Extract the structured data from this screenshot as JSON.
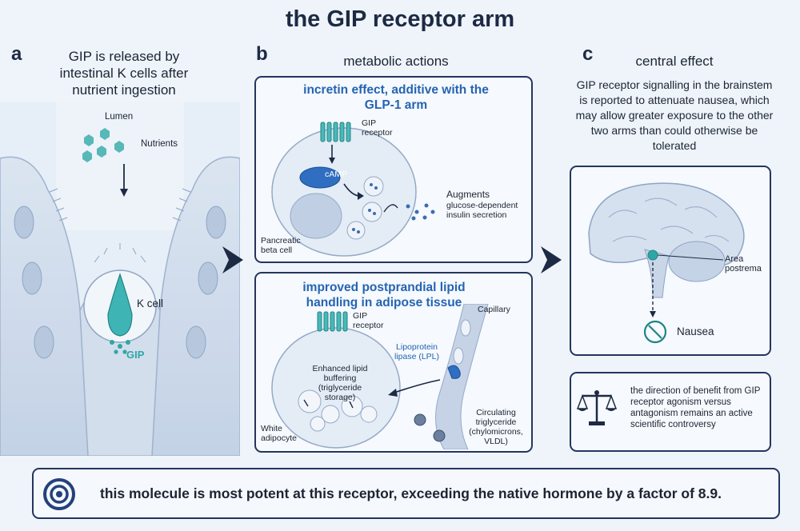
{
  "title": "the GIP receptor arm",
  "panel_a": {
    "letter": "a",
    "heading": "GIP is released by intestinal K cells after nutrient ingestion",
    "lumen": "Lumen",
    "nutrients": "Nutrients",
    "k_cell": "K cell",
    "gip": "GIP"
  },
  "panel_b": {
    "letter": "b",
    "heading": "metabolic actions",
    "top": {
      "title": "incretin effect, additive with the GLP-1 arm",
      "gip_receptor": "GIP receptor",
      "camp": "cAMP",
      "augments": "Augments",
      "augments_detail": "glucose-dependent insulin secretion",
      "cell": "Pancreatic beta cell"
    },
    "bottom": {
      "title": "improved postprandial lipid handling in adipose tissue",
      "gip_receptor": "GIP receptor",
      "capillary": "Capillary",
      "lpl": "Lipoprotein lipase (LPL)",
      "buffering": "Enhanced lipid buffering (triglyceride storage)",
      "cell": "White adipocyte",
      "circulating": "Circulating triglyceride (chylomicrons, VLDL)"
    }
  },
  "panel_c": {
    "letter": "c",
    "heading": "central effect",
    "description": "GIP receptor signalling in the brainstem is reported to attenuate nausea, which may allow greater exposure to the other two arms than could otherwise be tolerated",
    "area_postrema": "Area postrema",
    "nausea": "Nausea",
    "controversy": "the direction of benefit from GIP receptor agonism versus antagonism remains an active scientific controversy"
  },
  "footer": {
    "text": "this molecule is most potent at this receptor, exceeding the native hormone by a factor of 8.9."
  },
  "colors": {
    "navy": "#1d2a44",
    "accent_blue": "#2464b2",
    "teal": "#2fa6a6"
  }
}
